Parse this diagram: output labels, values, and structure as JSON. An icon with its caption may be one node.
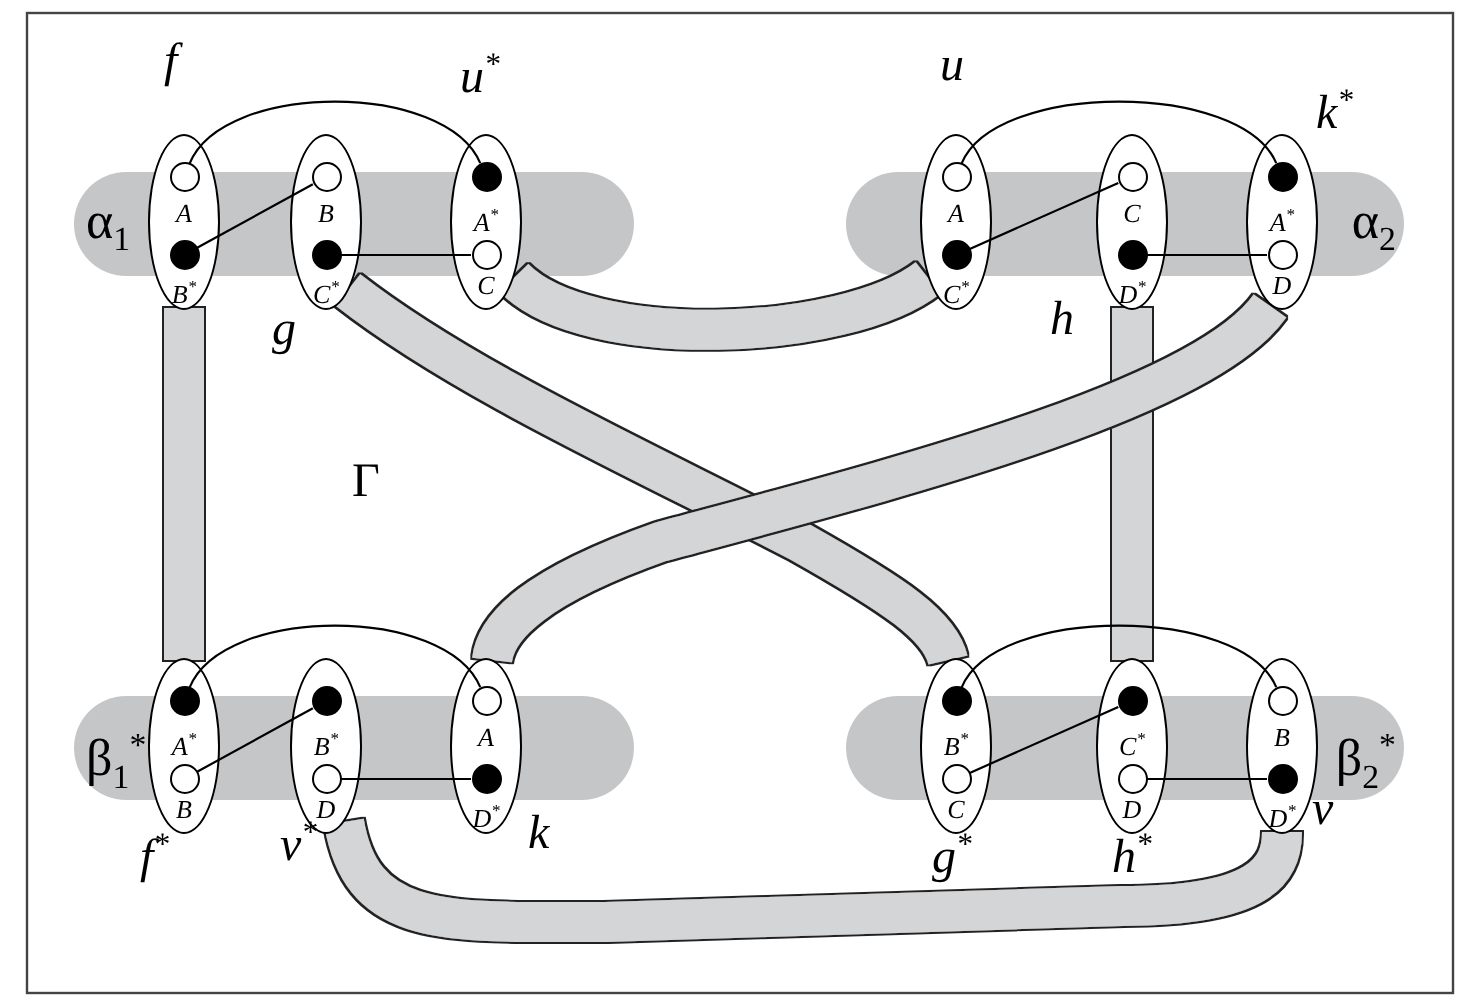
{
  "diagram": {
    "nodes": [
      {
        "text": [
          "A",
          "B$^{*}$"
        ],
        "beside": [
          "f"
        ]
      },
      {
        "text": [],
        "shape": "circle",
        "in": 0
      },
      {
        "text": [],
        "shape": "dot",
        "in": 0
      },
      {
        "text": [
          "B",
          "C$^{*}$"
        ],
        "beside": [
          "g"
        ]
      },
      {
        "text": [],
        "shape": "circle",
        "in": 3
      },
      {
        "text": [],
        "shape": "dot",
        "in": 3
      },
      {
        "text": [
          "A$^{*}$",
          "C"
        ],
        "beside": [
          "u$^{*}$"
        ]
      },
      {
        "text": [],
        "shape": "dot",
        "in": 6
      },
      {
        "text": [],
        "shape": "circle",
        "in": 6
      },
      {
        "text": [
          "A",
          "C$^{*}$"
        ],
        "beside": [
          "u"
        ]
      },
      {
        "text": [],
        "shape": "circle",
        "in": 9
      },
      {
        "text": [],
        "shape": "dot",
        "in": 9
      },
      {
        "text": [
          "C",
          "D$^{*}$"
        ],
        "beside": [
          "h"
        ]
      },
      {
        "text": [],
        "shape": "circle",
        "in": 12
      },
      {
        "text": [],
        "shape": "dot",
        "in": 12
      },
      {
        "text": [
          "A$^{*}$",
          "D"
        ],
        "beside": [
          "k$^{*}$"
        ]
      },
      {
        "text": [],
        "shape": "dot",
        "in": 15
      },
      {
        "text": [],
        "shape": "circle",
        "in": 15
      },
      {
        "text": [
          "A$^{*}$",
          "B"
        ],
        "beside": [
          "f$^{*}$"
        ]
      },
      {
        "text": [],
        "shape": "dot",
        "in": 18
      },
      {
        "text": [],
        "shape": "circle",
        "in": 18
      },
      {
        "text": [
          "B$^{*}$",
          "D"
        ],
        "beside": [
          "v$^{*}$"
        ]
      },
      {
        "text": [],
        "shape": "dot",
        "in": 21
      },
      {
        "text": [],
        "shape": "circle",
        "in": 21
      },
      {
        "text": [
          "A",
          "D$^{*}$"
        ],
        "beside": [
          "k"
        ]
      },
      {
        "text": [],
        "shape": "circle",
        "in": 24
      },
      {
        "text": [],
        "shape": "dot",
        "in": 24
      },
      {
        "text": [
          "B$^{*}$",
          "C"
        ],
        "beside": [
          "g$^{*}$"
        ]
      },
      {
        "text": [],
        "shape": "dot",
        "in": 27
      },
      {
        "text": [],
        "shape": "circle",
        "in": 27
      },
      {
        "text": [
          "C$^{*}$",
          "D"
        ],
        "beside": [
          "h$^{*}$"
        ]
      },
      {
        "text": [],
        "shape": "dot",
        "in": 30
      },
      {
        "text": [],
        "shape": "circle",
        "in": 30
      },
      {
        "text": [
          "B",
          "D$^{*}$"
        ],
        "beside": [
          "v"
        ]
      },
      {
        "text": [],
        "shape": "circle",
        "in": 33
      },
      {
        "text": [],
        "shape": "dot",
        "in": 33
      }
    ],
    "edges": [
      {
        "from": 0,
        "to": 18,
        "arrow": "none",
        "style": "thick",
        "color": "#d4d5d7"
      },
      {
        "from": 6,
        "to": 9,
        "arrow": "none",
        "style": "thick",
        "color": "#d4d5d7"
      },
      {
        "from": 3,
        "to": 27,
        "arrow": "none",
        "style": "thick",
        "color": "#d4d5d7"
      },
      {
        "from": 12,
        "to": 30,
        "arrow": "none",
        "style": "thick",
        "color": "#d4d5d7"
      },
      {
        "from": 15,
        "to": 24,
        "arrow": "none",
        "style": "thick",
        "color": "#d4d5d7"
      },
      {
        "from": 21,
        "to": 33,
        "arrow": "none",
        "style": "thick",
        "color": "#d4d5d7"
      },
      {
        "from": 2,
        "to": 4,
        "arrow": "none"
      },
      {
        "from": 5,
        "to": 8,
        "arrow": "none"
      },
      {
        "from": 1,
        "to": 7,
        "arrow": "none"
      },
      {
        "from": 11,
        "to": 13,
        "arrow": "none"
      },
      {
        "from": 14,
        "to": 17,
        "arrow": "none"
      },
      {
        "from": 10,
        "to": 16,
        "arrow": "none"
      },
      {
        "from": 20,
        "to": 22,
        "arrow": "none"
      },
      {
        "from": 23,
        "to": 26,
        "arrow": "none"
      },
      {
        "from": 19,
        "to": 25,
        "arrow": "none"
      },
      {
        "from": 29,
        "to": 31,
        "arrow": "none"
      },
      {
        "from": 32,
        "to": 35,
        "arrow": "none"
      },
      {
        "from": 28,
        "to": 34,
        "arrow": "none"
      }
    ],
    "labels": [
      "α$_{1}$",
      "α$_{2}$",
      "Γ",
      "β$_{1}$$^{*}$",
      "β$_{2}$$^{*}$"
    ]
  }
}
